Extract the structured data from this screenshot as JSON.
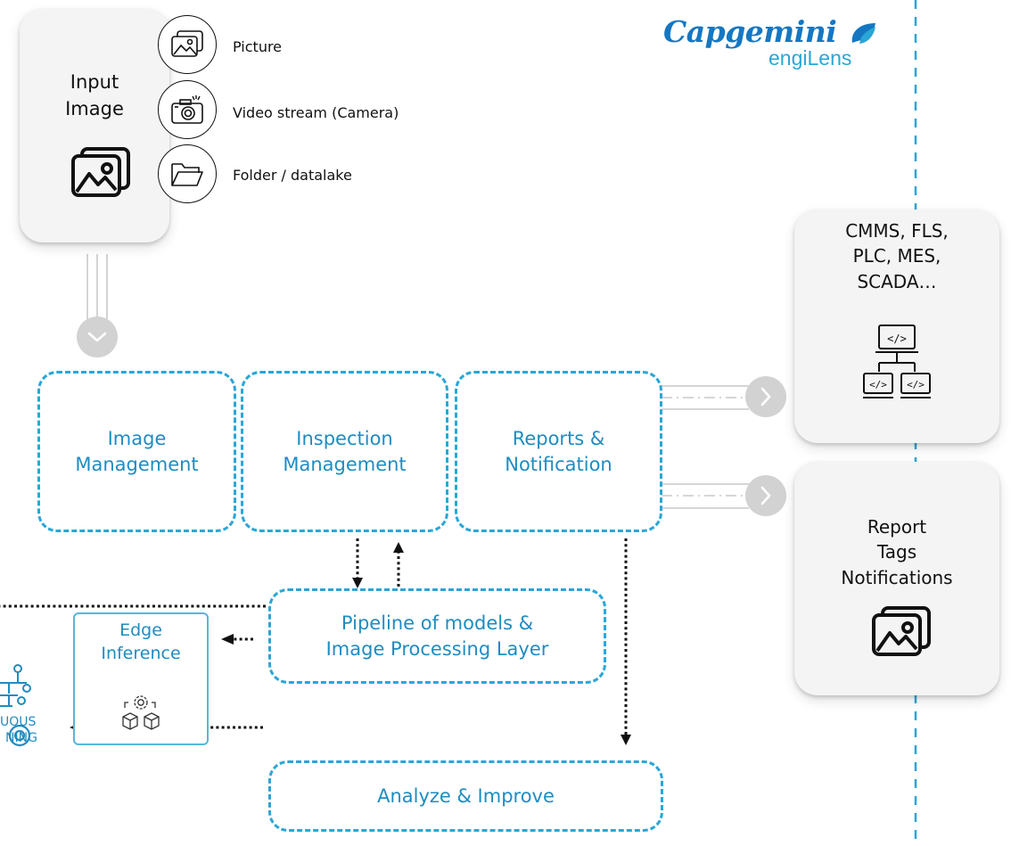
{
  "logo": {
    "brand": "Capgemini",
    "product": "engiLens"
  },
  "input_card": {
    "title": "Input\nImage",
    "icon": "image-gallery-icon"
  },
  "sources": [
    {
      "label": "Picture",
      "icon": "picture-icon"
    },
    {
      "label": "Video stream (Camera)",
      "icon": "camera-icon"
    },
    {
      "label": "Folder / datalake",
      "icon": "folder-icon"
    }
  ],
  "modules": {
    "image_management": "Image\nManagement",
    "inspection_management": "Inspection\nManagement",
    "reports_notification": "Reports &\nNotification",
    "pipeline": "Pipeline of models  &\nImage Processing Layer",
    "analyze_improve": "Analyze & Improve"
  },
  "edge": {
    "title": "Edge\nInference",
    "icon": "gears-cubes-icon"
  },
  "continuous_learning": {
    "line1": "UOUS",
    "line2": "NING"
  },
  "outputs": {
    "systems": {
      "title": "CMMS, FLS,\nPLC, MES,\nSCADA…",
      "icon": "network-code-icon"
    },
    "reports": {
      "title": "Report\nTags\nNotifications",
      "icon": "image-gallery-icon"
    }
  },
  "colors": {
    "accent": "#2aa6d6",
    "accent_text": "#1f8cc1",
    "brand": "#1577c2",
    "edge_border": "#58b6dc"
  }
}
